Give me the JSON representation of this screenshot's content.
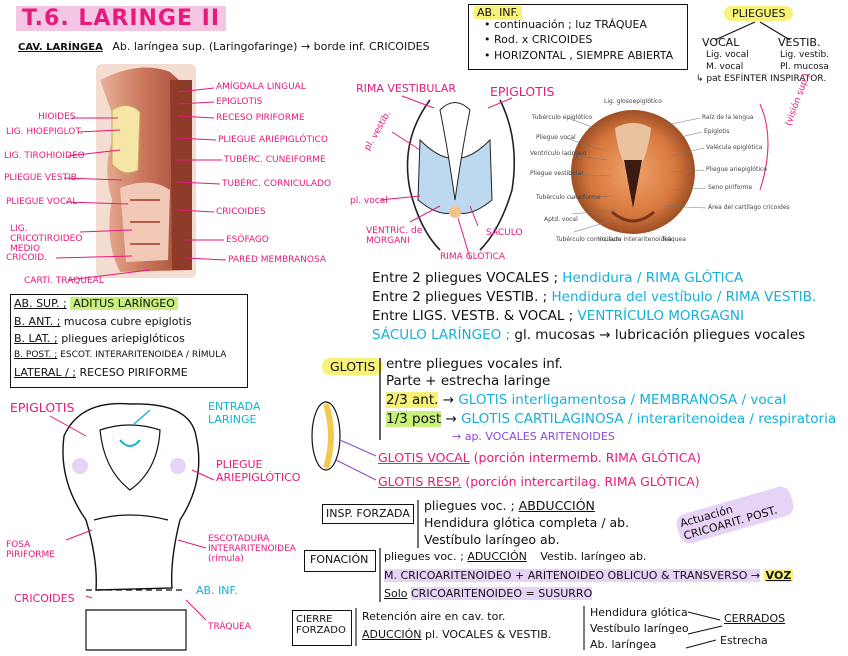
{
  "title": "T.6. LARINGE II",
  "header": {
    "cav_label": "CAV. LARÍNGEA",
    "cav_text": "Ab. laríngea sup. (Laringofaringe) → borde inf. CRICOIDES"
  },
  "ab_inf": {
    "label": "AB. INF.",
    "lines": [
      "• continuación ; luz TRÁQUEA",
      "• Rod. x CRICOIDES",
      "• HORIZONTAL , SIEMPRE ABIERTA"
    ]
  },
  "pliegues": {
    "title": "PLIEGUES",
    "vocal_head": "VOCAL",
    "vocal_items": [
      "Lig. vocal",
      "M. vocal"
    ],
    "vestib_head": "VESTIB.",
    "vestib_items": [
      "Lig. vestib.",
      "Pl. mucosa"
    ],
    "note": "↳ pat ESFÍNTER INSPIRATOR."
  },
  "sagittal_labels_left": [
    "HIOIDES",
    "LIG. HIOEPIGLOT.",
    "LIG. TIROHIOIDEO",
    "PLIEGUE VESTIB.",
    "PLIEGUE VOCAL",
    "LIG. CRICOTIROIDEO MEDIO",
    "CRICOID.",
    "CARTÍ. TRAQUEAL"
  ],
  "sagittal_labels_right": [
    "AMÍGDALA LINGUAL",
    "EPIGLOTIS",
    "RECESO PIRIFORME",
    "PLIEGUE ARIEPIGLÓTICO",
    "TUBÉRC. CUNEIFORME",
    "TUBÉRC. CORNICULADO",
    "CRICOIDES",
    "ESÓFAGO",
    "PARED MEMBRANOSA"
  ],
  "ab_sup": {
    "label": "AB. SUP. ;",
    "label_hl": "ADITUS LARÍNGEO",
    "rows": [
      {
        "k": "B. ANT. ;",
        "v": "mucosa cubre epiglotis"
      },
      {
        "k": "B. LAT. ;",
        "v": "pliegues ariepiglóticos"
      },
      {
        "k": "B. POST. ;",
        "v": "ESCOT. INTERARITENOIDEA / RÍMULA"
      },
      {
        "k": "LATERAL / ;",
        "v": "RECESO PIRIFORME"
      }
    ]
  },
  "coronal_labels": {
    "rima_vestibular": "RIMA VESTIBULAR",
    "epiglotis": "EPIGLOTIS",
    "pl_vestib": "pl. vestib.",
    "pl_vocal": "pl. vocal",
    "ventric": "VENTRÍC. de MORGANI",
    "saculo": "SÁCULO",
    "rima_glotica": "RIMA GLÓTICA"
  },
  "endoscopic_labels_left": [
    "Tubérculo epiglótico",
    "Pliegue vocal",
    "Ventrículo laríngeo",
    "Pliegue vestibular",
    "Tubérculo cuneiforme",
    "Aptd. vocal",
    "Tubérculo corniculado"
  ],
  "endoscopic_labels_right": [
    "Raíz de la lengua",
    "Epiglotis",
    "Valécula epiglótica",
    "Pliegue ariepiglótico",
    "Seno piriforme",
    "Área del cartílago cricoides"
  ],
  "endoscopic_top": "Lig. glosoepiglótico",
  "endoscopic_bottom": [
    "Incisura interaritenoidea",
    "Tráquea"
  ],
  "visión_sup": "(visión sup.)",
  "spaces": [
    {
      "a": "Entre 2 pliegues VOCALES ;",
      "b": "Hendidura / RIMA GLÓTICA"
    },
    {
      "a": "Entre 2 pliegues VESTIB. ;",
      "b": "Hendidura del vestíbulo / RIMA VESTIB."
    },
    {
      "a": "Entre LIGS. VESTB. & VOCAL ;",
      "b": "VENTRÍCULO MORGAGNI"
    },
    {
      "a": "SÁCULO LARÍNGEO ;",
      "b": "gl. mucosas → lubricación pliegues vocales"
    }
  ],
  "glotis": {
    "label": "GLOTIS",
    "line1": "entre pliegues vocales inf.",
    "line2": "Parte + estrecha laringe",
    "ant_k": "2/3 ant.",
    "ant_v": "GLOTIS interligamentosa / MEMBRANOSA / vocal",
    "post_k": "1/3 post",
    "post_v": "GLOTIS CARTILAGINOSA / interaritenoidea / respiratoria",
    "post_note": "→ ap. VOCALES ARITENOIDES",
    "vocal_label": "GLOTIS VOCAL",
    "vocal_desc": "(porción intermemb. RIMA GLÓTICA)",
    "resp_label": "GLOTIS RESP.",
    "resp_desc": "(porción intercartilag. RIMA GLÓTICA)"
  },
  "diagram2": {
    "epiglotis": "EPIGLOTIS",
    "entrada": "ENTRADA LARINGE",
    "pliegue": "PLIEGUE ARIEPIGLÓTICO",
    "fosa": "FOSA PIRIFORME",
    "escotadura": "ESCOTADURA INTERARITENOIDEA (rímula)",
    "ab_inf": "AB. INF.",
    "cricoides": "CRICOIDES",
    "traquea": "TRÁQUEA"
  },
  "insp": {
    "label": "INSP. FORZADA",
    "l1": "pliegues voc. ;",
    "l1b": "ABDUCCIÓN",
    "l2": "Hendidura glótica completa / ab.",
    "l3": "Vestíbulo laríngeo ab.",
    "side": "Actuación CRICOARIT. POST."
  },
  "fonacion": {
    "label": "FONACIÓN",
    "l1": "pliegues voc. ;",
    "l1b": "ADUCCIÓN",
    "l1c": "Vestib. laríngeo ab.",
    "l2": "M. CRICOARITENOIDEO + ARITENOIDEO OBLICUO & TRANSVERSO →",
    "l2b": "VOZ",
    "l3a": "Solo",
    "l3b": "CRICOARITENOIDEO = SUSURRO"
  },
  "cierre": {
    "label": "CIERRE FORZADO",
    "l1": "Retención aire en cav. tor.",
    "l2a": "ADUCCIÓN",
    "l2b": "pl. VOCALES & VESTIB.",
    "r1": "Hendidura glótica",
    "r2": "Vestíbulo laríngeo",
    "r3": "Ab. laríngea",
    "cerrados": "CERRADOS",
    "estrecha": "Estrecha"
  }
}
